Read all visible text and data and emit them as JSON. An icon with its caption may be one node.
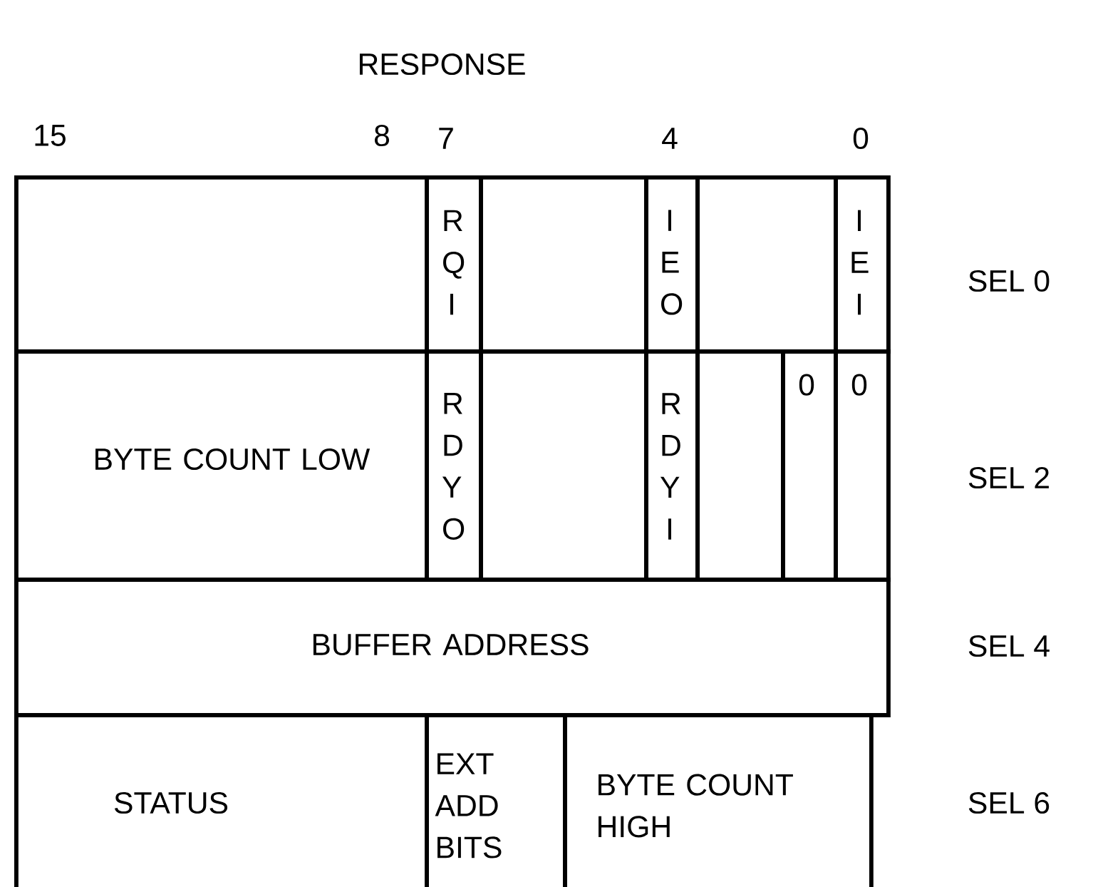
{
  "diagram": {
    "title": "RESPONSE",
    "nodes": [
      {
        "text": [],
        "shape": "box"
      },
      {
        "text": [
          "R Q I"
        ]
      },
      {
        "text": [],
        "shape": "box"
      },
      {
        "text": [
          "I E O"
        ]
      },
      {
        "text": [],
        "shape": "box"
      },
      {
        "text": [
          "I E I"
        ]
      },
      {
        "text": [
          "BYTE COUNT LOW"
        ]
      },
      {
        "text": [
          "R D Y O"
        ]
      },
      {
        "text": [],
        "shape": "box"
      },
      {
        "text": [
          "R D Y I"
        ]
      },
      {
        "text": [],
        "shape": "box"
      },
      {
        "text": [
          "0"
        ]
      },
      {
        "text": [
          "0"
        ]
      },
      {
        "text": [
          "BUFFER ADDRESS"
        ]
      },
      {
        "text": [
          "STATUS"
        ]
      },
      {
        "text": [
          "EXT ADD BITS"
        ]
      },
      {
        "text": [
          "BYTE COUNT HIGH"
        ]
      }
    ],
    "labels": [
      "15",
      "8",
      "7",
      "4",
      "0",
      "SEL 0",
      "SEL 2",
      "SEL 4",
      "SEL 6"
    ]
  }
}
